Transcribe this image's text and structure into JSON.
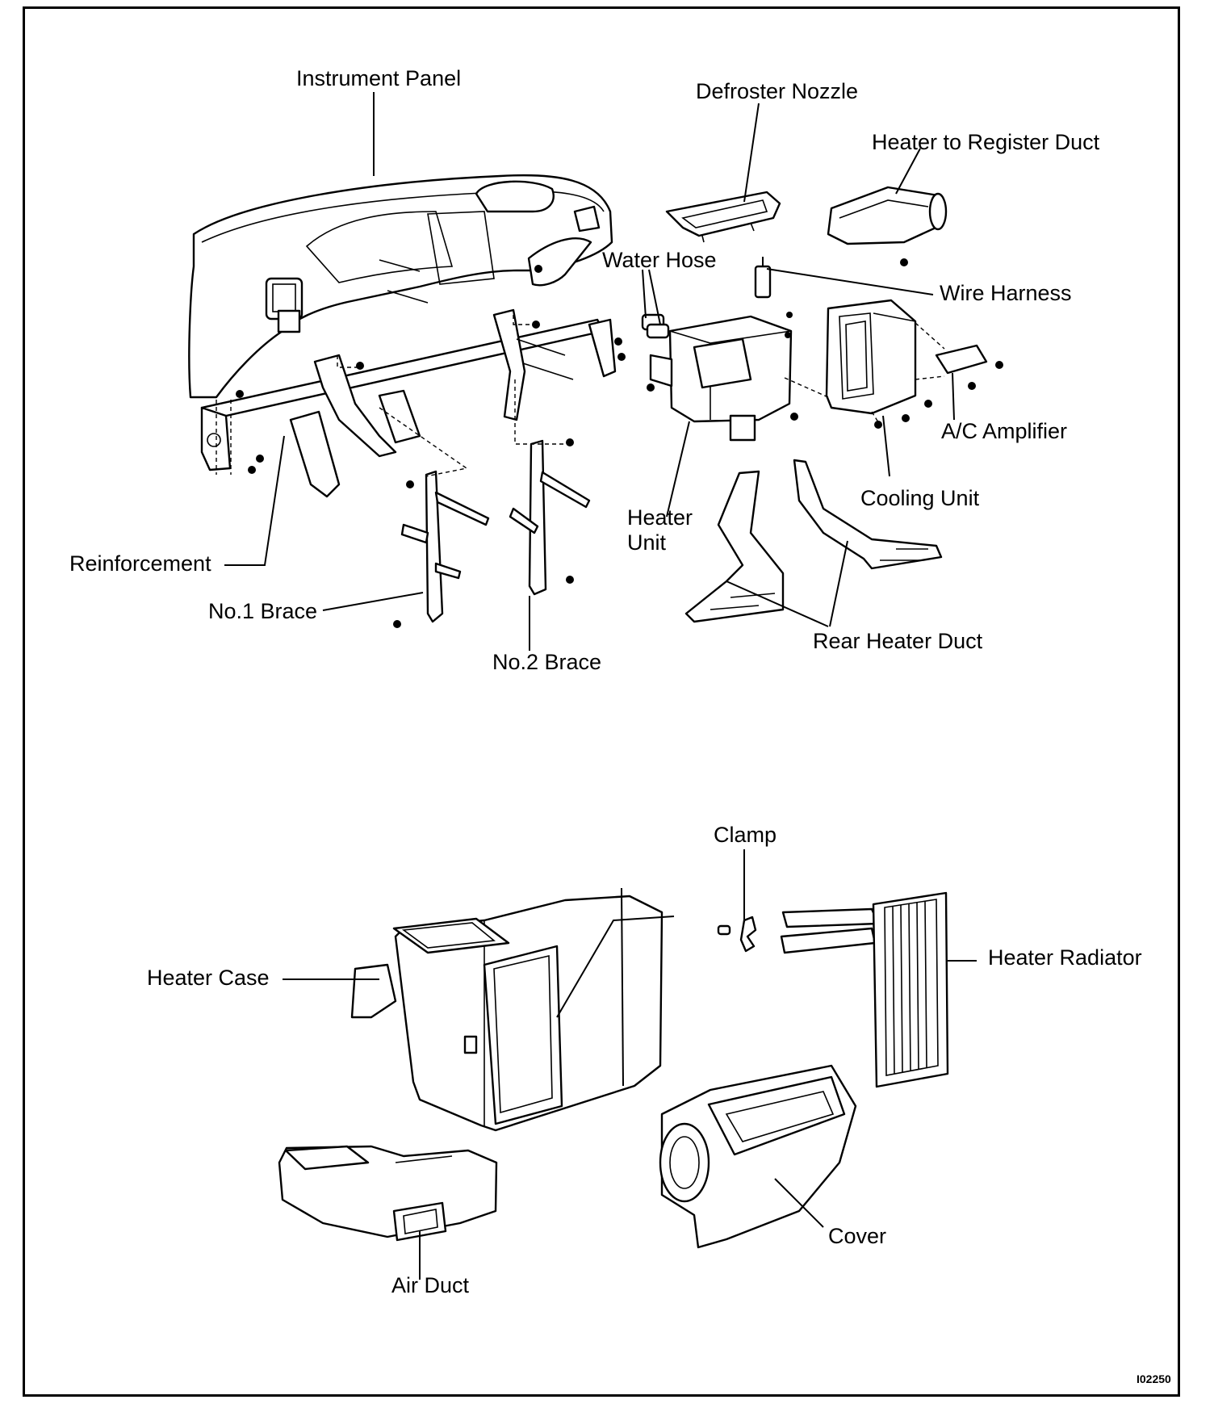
{
  "labels": {
    "instrument_panel": "Instrument Panel",
    "defroster_nozzle": "Defroster Nozzle",
    "heater_to_register_duct": "Heater to Register Duct",
    "water_hose": "Water Hose",
    "wire_harness": "Wire Harness",
    "ac_amplifier": "A/C Amplifier",
    "cooling_unit": "Cooling Unit",
    "heater_unit_line1": "Heater",
    "heater_unit_line2": "Unit",
    "reinforcement": "Reinforcement",
    "no1_brace": "No.1 Brace",
    "no2_brace": "No.2 Brace",
    "rear_heater_duct": "Rear Heater Duct",
    "clamp": "Clamp",
    "heater_case": "Heater Case",
    "heater_radiator": "Heater Radiator",
    "cover": "Cover",
    "air_duct": "Air Duct"
  },
  "figure_code": "I02250"
}
